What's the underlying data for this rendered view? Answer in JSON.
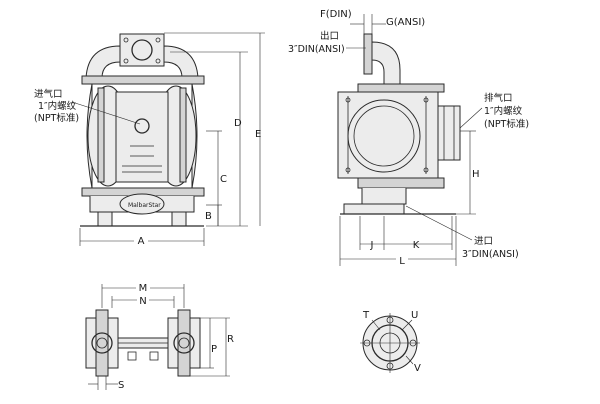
{
  "dimensions": {
    "A": "A",
    "B": "B",
    "C": "C",
    "D": "D",
    "E": "E",
    "F": "F(DIN)",
    "G": "G(ANSI)",
    "H": "H",
    "J": "J",
    "K": "K",
    "L": "L",
    "M": "M",
    "N": "N",
    "P": "P",
    "R": "R",
    "S": "S",
    "T": "T",
    "U": "U",
    "V": "V"
  },
  "callouts": {
    "air_inlet": [
      "进气口",
      "1″内螺纹",
      "(NPT标准)"
    ],
    "outlet": [
      "出口",
      "3″DIN(ANSI)"
    ],
    "exhaust": [
      "排气口",
      "1″内螺纹",
      "(NPT标准)"
    ],
    "inlet": [
      "进口",
      "3″DIN(ANSI)"
    ]
  },
  "nameplate": "MalbarStar"
}
